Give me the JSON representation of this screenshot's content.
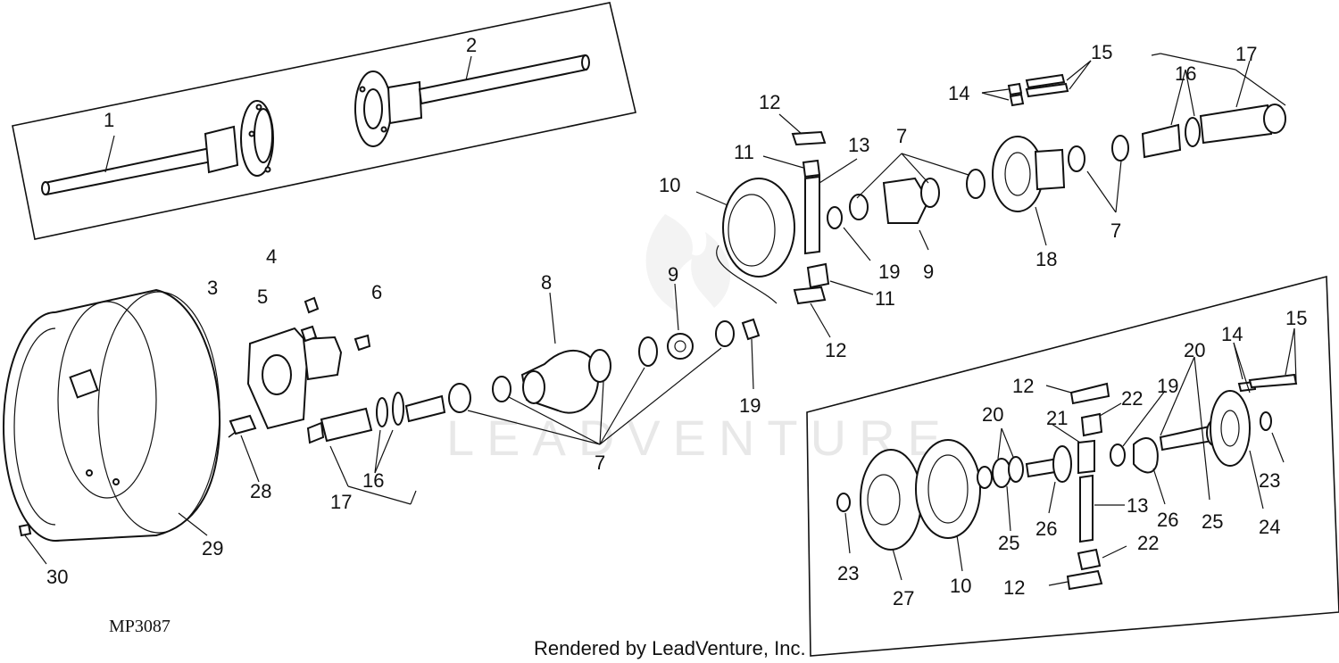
{
  "diagram": {
    "watermark": "LEADVENTURE",
    "figure_code": "MP3087",
    "credit": "Rendered by LeadVenture, Inc."
  },
  "callouts": [
    "1",
    "2",
    "3",
    "4",
    "5",
    "6",
    "7",
    "8",
    "9",
    "10",
    "11",
    "12",
    "13",
    "14",
    "15",
    "16",
    "17",
    "18",
    "19",
    "20",
    "21",
    "22",
    "23",
    "24",
    "25",
    "26",
    "27",
    "28",
    "29",
    "30"
  ]
}
